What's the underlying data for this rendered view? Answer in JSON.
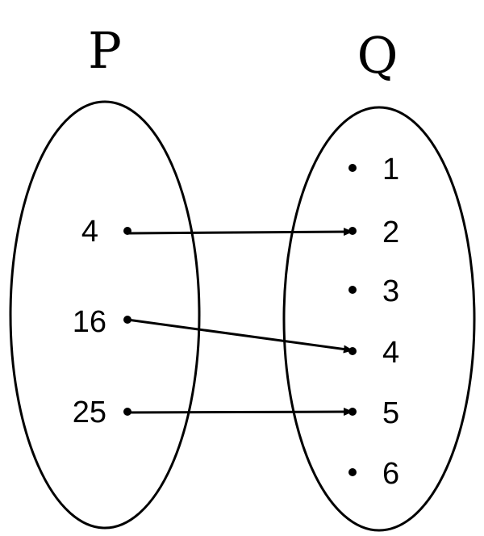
{
  "diagram": {
    "domain": {
      "title": "P",
      "elements": [
        "4",
        "16",
        "25"
      ]
    },
    "codomain": {
      "title": "Q",
      "elements": [
        "1",
        "2",
        "3",
        "4",
        "5",
        "6"
      ]
    },
    "mapping": [
      {
        "from": "4",
        "to": "2"
      },
      {
        "from": "16",
        "to": "4"
      },
      {
        "from": "25",
        "to": "5"
      }
    ]
  }
}
